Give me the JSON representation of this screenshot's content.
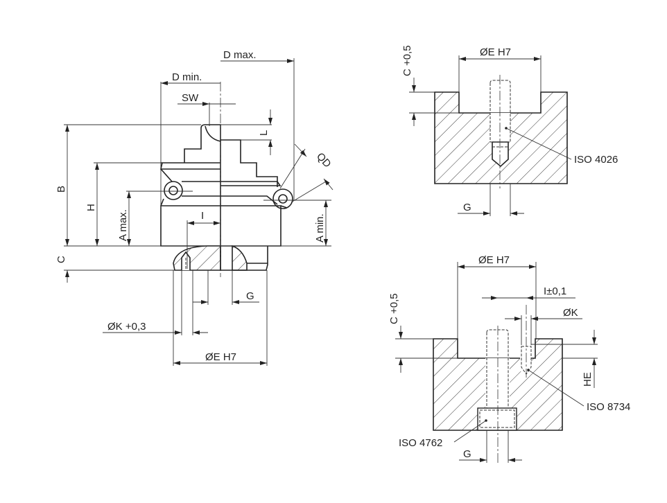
{
  "side_view": {
    "d_max": "D max.",
    "d_min": "D min.",
    "sw": "SW",
    "l": "L",
    "qd": "QD",
    "b": "B",
    "h": "H",
    "a_max": "A max.",
    "a_min": "A min.",
    "i": "I",
    "c": "C",
    "g": "G",
    "k": "ØK +0,3",
    "e": "ØE H7"
  },
  "mount_top": {
    "e": "ØE H7",
    "c": "C +0,5",
    "iso": "ISO 4026",
    "g": "G"
  },
  "mount_bottom": {
    "e": "ØE H7",
    "c": "C +0,5",
    "i": "I±0,1",
    "k": "ØK",
    "he": "HE",
    "iso_pin": "ISO 8734",
    "iso_screw": "ISO 4762",
    "g": "G"
  }
}
